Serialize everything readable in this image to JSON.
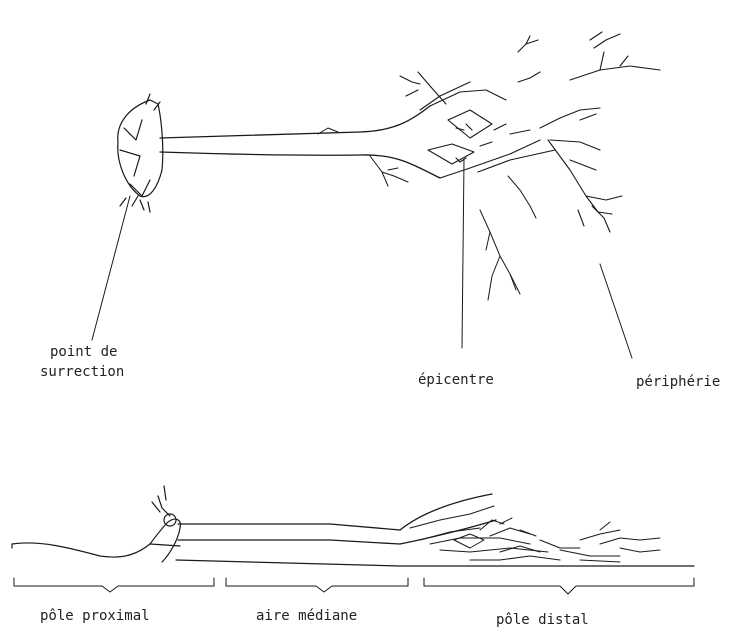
{
  "top_view": {
    "labels": {
      "point_line1": "point de",
      "point_line2": "surrection",
      "epicentre": "épicentre",
      "peripherie": "périphérie"
    }
  },
  "side_view": {
    "labels": {
      "pole_proximal": "pôle proximal",
      "aire_mediane": "aire médiane",
      "pole_distal": "pôle distal"
    }
  }
}
